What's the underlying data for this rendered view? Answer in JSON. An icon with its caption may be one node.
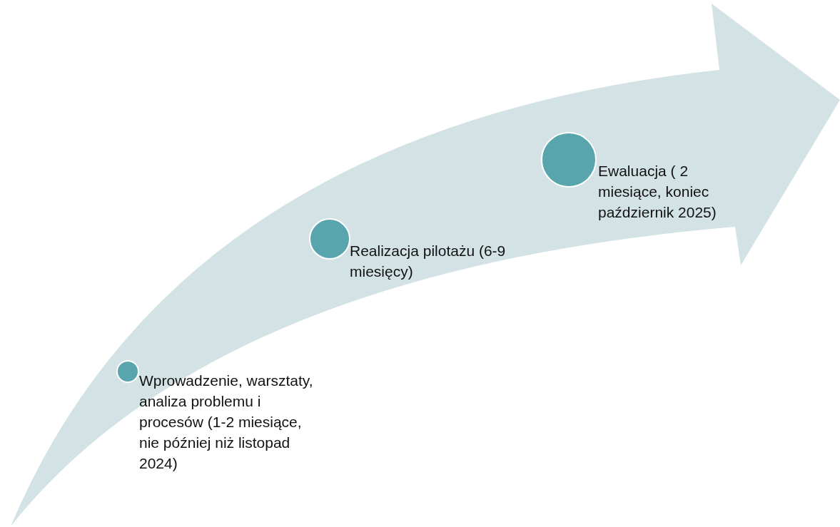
{
  "diagram": {
    "nodes": [
      {
        "text": [],
        "shape": "circle",
        "beside": [
          "Wprowadzenie, warsztaty, analiza problemu i procesów (1-2 miesiące, nie później niż listopad 2024)"
        ]
      },
      {
        "text": [],
        "shape": "circle",
        "beside": [
          "Realizacja pilotażu (6-9 miesięcy)"
        ]
      },
      {
        "text": [],
        "shape": "circle",
        "beside": [
          "Ewaluacja ( 2 miesiące, koniec październik 2025)"
        ]
      }
    ]
  }
}
